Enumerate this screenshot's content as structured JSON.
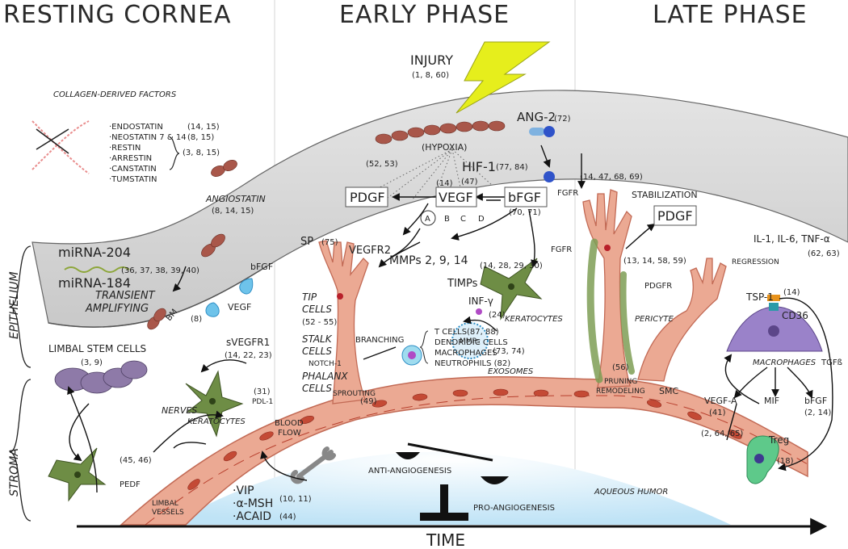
{
  "headers": {
    "resting": "RESTING CORNEA",
    "early": "EARLY PHASE",
    "late": "LATE PHASE"
  },
  "axis": {
    "time": "TIME"
  },
  "side": {
    "epithelium": "EPITHELIUM",
    "stroma": "STROMA"
  },
  "resting": {
    "collagen_title": "COLLAGEN-DERIVED FACTORS",
    "factors": [
      "·ENDOSTATIN",
      "·NEOSTATIN 7 & 14",
      "·RESTIN",
      "·ARRESTIN",
      "·CANSTATIN",
      "·TUMSTATIN"
    ],
    "factor_ref1": "(14, 15)",
    "factor_ref2": "(8, 15)",
    "factor_ref3": "(3, 8, 15)",
    "angiostatin": "ANGIOSTATIN",
    "angiostatin_ref": "(8, 14, 15)",
    "mir204": "miRNA-204",
    "mir184": "miRNA-184",
    "mir_ref": "(36, 37, 38, 39, 40)",
    "transient": "TRANSIENT",
    "amplifying": "AMPLIFYING",
    "bm": "BM",
    "bm_ref": "(8)",
    "bfgf": "bFGF",
    "vegf": "VEGF",
    "svegfr1": "sVEGFR1",
    "svegfr1_ref": "(14, 22, 23)",
    "limbal_stem": "LIMBAL STEM CELLS",
    "limbal_ref": "(3, 9)",
    "nerves": "NERVES",
    "keratocytes": "KERATOCYTES",
    "pdl1_ref": "(31)",
    "pdl1": "PDL-1",
    "pedf_ref": "(45, 46)",
    "pedf": "PEDF",
    "limbal_vessels_1": "LIMBAL",
    "limbal_vessels_2": "VESSELS",
    "blood_1": "BLOOD",
    "blood_2": "FLOW",
    "vip": "·VIP",
    "amsh": "·α-MSH",
    "acaid": "·ACAID",
    "vip_ref": "(10, 11)",
    "acaid_ref": "(44)"
  },
  "early": {
    "injury": "INJURY",
    "injury_ref": "(1, 8, 60)",
    "hypoxia": "(HYPOXIA)",
    "hif1": "HIF-1",
    "hif_ref": "(77, 84)",
    "ref_5253": "(52, 53)",
    "ref_14": "(14)",
    "ref_47": "(47)",
    "pdgf": "PDGF",
    "vegf": "VEGF",
    "bfgf": "bFGF",
    "bfgf_ref": "(70, 71)",
    "vegf_a": "A",
    "vegf_b": "B",
    "vegf_c": "C",
    "vegf_d": "D",
    "sp": "SP",
    "sp_ref": "(75)",
    "vegfr2": "VEGFR2",
    "mmps": "MMPs  2, 9, 14",
    "timps": "TIMPs",
    "fgfr_ref": "(14, 28, 29, 30)",
    "fgfr": "FGFR",
    "infg": "INF-γ",
    "infg_ref": "(24)",
    "tcells": "T CELLS",
    "dendritic": "DENDRIDIC CELLS",
    "macrophages": "MACROPHAGES",
    "neutrophils": "NEUTROPHILS (82)",
    "tcell_ref": "(87, 88)",
    "keratocytes": "KERATOCYTES",
    "mmps_small": "MMPs",
    "mmp_ref": "(73, 74)",
    "exosomes": "EXOSOMES",
    "tip_1": "TIP",
    "tip_2": "CELLS",
    "tip_ref": "(52 - 55)",
    "stalk_1": "STALK",
    "stalk_2": "CELLS",
    "phalanx_1": "PHALANX",
    "phalanx_2": "CELLS",
    "notch": "NOTCH-1",
    "branching": "BRANCHING",
    "sprouting": "SPROUTING",
    "sprout_ref": "(49)",
    "anti": "ANTI-ANGIOGENESIS",
    "pro": "PRO-ANGIOGENESIS"
  },
  "late": {
    "ang2": "ANG-2",
    "ang2_ref": "(72)",
    "fgfr": "FGFR",
    "stab_ref": "(14, 47, 68, 69)",
    "stabilization": "STABILIZATION",
    "pdgf": "PDGF",
    "il": "IL-1,  IL-6,  TNF-α",
    "il_ref": "(62, 63)",
    "pdgf_ref": "(13, 14, 58, 59)",
    "regression": "REGRESSION",
    "pdgfr": "PDGFR",
    "pericyte": "PERICYTE",
    "tsp1": "TSP-1",
    "tsp_ref": "(14)",
    "cd36": "CD36",
    "tgfb": "TGFß",
    "macrophages": "MACROPHAGES",
    "vegfa": "VEGF-A",
    "vegfa_ref": "(41)",
    "mif": "MIF",
    "bfgf": "bFGF",
    "bfgf_ref": "(2, 14)",
    "treg_ref1": "(2, 64, 65)",
    "treg": "Treg",
    "treg_ref2": "(18)",
    "pruning_ref": "(56)",
    "pruning": "PRUNING",
    "remodeling": "REMODELING",
    "smc": "SMC",
    "aqueous": "AQUEOUS HUMOR"
  },
  "colors": {
    "vessel": "#e8a18a",
    "vessel_dark": "#c0553f",
    "rbc": "#b8402e",
    "aqueous": "#cfe9f7",
    "keratocyte": "#5f7d3d",
    "macrophage": "#9a82c9",
    "injury": "#e6ee1c"
  }
}
